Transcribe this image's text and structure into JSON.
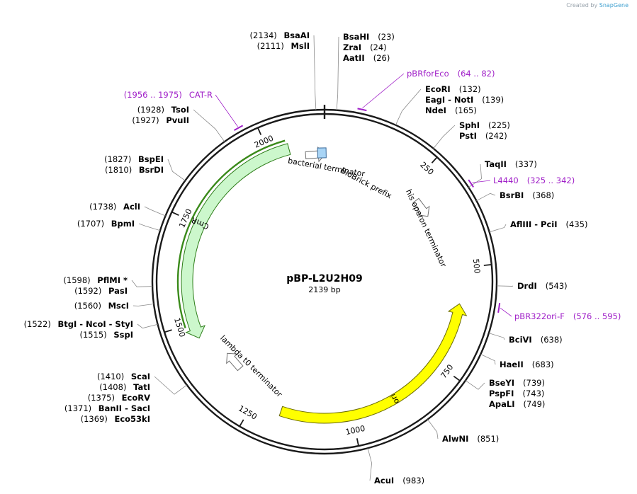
{
  "corner_credit": {
    "prefix": "Created by",
    "brand": "SnapGene"
  },
  "plasmid": {
    "name": "pBP-L2U2H09",
    "length_label": "2139 bp",
    "length": 2139
  },
  "colors": {
    "backbone": "#1a1a1a",
    "label": "#000000",
    "primer": "#a020c8",
    "cmr_fill": "#ccf7cc",
    "cmr_stroke": "#2e7d1a",
    "ori_fill": "#ffff00",
    "ori_stroke": "#6b6b00",
    "prefix_fill": "#a8d4f5",
    "terminator_stroke": "#707070"
  },
  "ticks": [
    {
      "pos": 250,
      "label": "250"
    },
    {
      "pos": 500,
      "label": "500"
    },
    {
      "pos": 750,
      "label": "750"
    },
    {
      "pos": 1000,
      "label": "1000"
    },
    {
      "pos": 1250,
      "label": "1250"
    },
    {
      "pos": 1500,
      "label": "1500"
    },
    {
      "pos": 1750,
      "label": "1750"
    },
    {
      "pos": 2000,
      "label": "2000"
    }
  ],
  "sites": [
    {
      "group": [
        {
          "name": "BsaHI",
          "pos": "(23)"
        },
        {
          "name": "ZraI",
          "pos": "(24)"
        },
        {
          "name": "AatII",
          "pos": "(26)"
        }
      ],
      "at": 24
    },
    {
      "group": [
        {
          "name": "EcoRI",
          "pos": "(132)"
        },
        {
          "name": "EagI",
          "pos": "(139)",
          "extra": "NotI"
        },
        {
          "name": "NdeI",
          "pos": "(165)"
        }
      ],
      "at": 145
    },
    {
      "group": [
        {
          "name": "SphI",
          "pos": "(225)"
        },
        {
          "name": "PstI",
          "pos": "(242)"
        }
      ],
      "at": 233
    },
    {
      "group": [
        {
          "name": "TaqII",
          "pos": "(337)"
        }
      ],
      "at": 337
    },
    {
      "group": [
        {
          "name": "BsrBI",
          "pos": "(368)"
        }
      ],
      "at": 368
    },
    {
      "group": [
        {
          "name": "AflIII",
          "pos": "(435)",
          "extra": "PciI"
        }
      ],
      "at": 435
    },
    {
      "group": [
        {
          "name": "DrdI",
          "pos": "(543)"
        }
      ],
      "at": 543
    },
    {
      "group": [
        {
          "name": "BciVI",
          "pos": "(638)"
        }
      ],
      "at": 638
    },
    {
      "group": [
        {
          "name": "HaeII",
          "pos": "(683)"
        }
      ],
      "at": 683
    },
    {
      "group": [
        {
          "name": "BseYI",
          "pos": "(739)"
        },
        {
          "name": "PspFI",
          "pos": "(743)"
        },
        {
          "name": "ApaLI",
          "pos": "(749)"
        }
      ],
      "at": 743
    },
    {
      "group": [
        {
          "name": "AlwNI",
          "pos": "(851)"
        }
      ],
      "at": 851
    },
    {
      "group": [
        {
          "name": "AcuI",
          "pos": "(983)"
        }
      ],
      "at": 983
    },
    {
      "group": [
        {
          "name": "ScaI",
          "pos": "(1410)"
        },
        {
          "name": "TatI",
          "pos": "(1408)"
        },
        {
          "name": "EcoRV",
          "pos": "(1375)"
        },
        {
          "name": "BanII",
          "pos": "(1371)",
          "extra": "SacI"
        },
        {
          "name": "Eco53kI",
          "pos": "(1369)"
        }
      ],
      "at": 1385
    },
    {
      "group": [
        {
          "name": "BtgI",
          "pos": "(1522)",
          "extra": "NcoI",
          "extra2": "StyI"
        },
        {
          "name": "SspI",
          "pos": "(1515)"
        }
      ],
      "at": 1519
    },
    {
      "group": [
        {
          "name": "MscI",
          "pos": "(1560)"
        }
      ],
      "at": 1560
    },
    {
      "group": [
        {
          "name": "PflMI",
          "pos": "(1598)",
          "star": true
        },
        {
          "name": "PasI",
          "pos": "(1592)"
        }
      ],
      "at": 1595
    },
    {
      "group": [
        {
          "name": "BpmI",
          "pos": "(1707)"
        }
      ],
      "at": 1707
    },
    {
      "group": [
        {
          "name": "AclI",
          "pos": "(1738)"
        }
      ],
      "at": 1738
    },
    {
      "group": [
        {
          "name": "BspEI",
          "pos": "(1827)"
        },
        {
          "name": "BsrDI",
          "pos": "(1810)"
        }
      ],
      "at": 1818
    },
    {
      "group": [
        {
          "name": "TsoI",
          "pos": "(1928)"
        },
        {
          "name": "PvuII",
          "pos": "(1927)"
        }
      ],
      "at": 1928
    },
    {
      "group": [
        {
          "name": "BsaAI",
          "pos": "(2134)"
        },
        {
          "name": "MslI",
          "pos": "(2111)"
        }
      ],
      "at": 2122
    }
  ],
  "primers": [
    {
      "name": "pBRforEco",
      "range": "(64 .. 82)",
      "start": 64,
      "end": 82
    },
    {
      "name": "L4440",
      "range": "(325 .. 342)",
      "start": 325,
      "end": 342
    },
    {
      "name": "pBR322ori-F",
      "range": "(576 .. 595)",
      "start": 576,
      "end": 595
    },
    {
      "name": "CAT-R",
      "range": "(1956 .. 1975)",
      "start": 1956,
      "end": 1975
    }
  ],
  "features": [
    {
      "name": "CmR",
      "start": 1460,
      "end": 2050,
      "kind": "cds"
    },
    {
      "name": "ori",
      "start": 590,
      "end": 1180,
      "kind": "ori"
    },
    {
      "name": "lambda t0 terminator",
      "start": 1300,
      "end": 1395,
      "kind": "terminator"
    },
    {
      "name": "his operon terminator",
      "start": 300,
      "end": 355,
      "kind": "terminator"
    },
    {
      "name": "bacterial terminator",
      "start": 2110,
      "end": 2140,
      "kind": "terminator"
    },
    {
      "name": "BioBrick prefix",
      "start": 2125,
      "end": 2139,
      "kind": "prefix"
    }
  ]
}
